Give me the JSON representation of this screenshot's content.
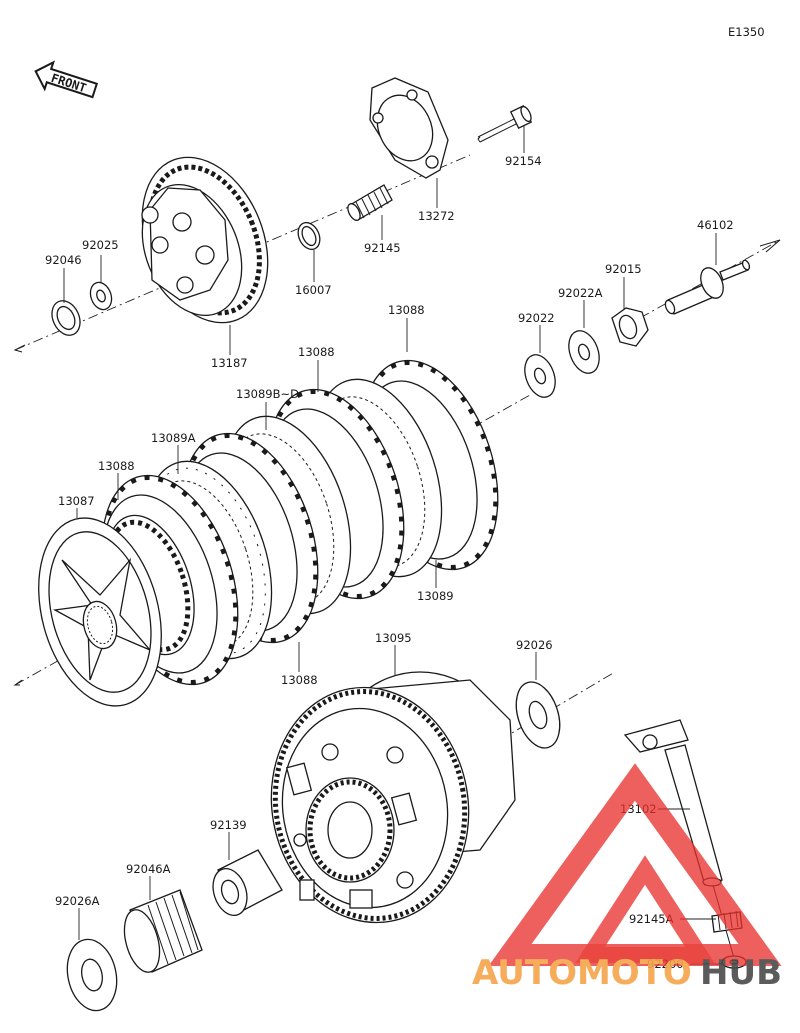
{
  "diagram": {
    "code": "E1350",
    "front_label": "FRONT",
    "watermark": {
      "word_a": "AUTOMOTO",
      "word_b": "HUB",
      "color_a": "#f5a54a",
      "color_b": "#4a4a4a",
      "logo_color": "#e8302c"
    },
    "parts": [
      {
        "id": "13272",
        "label": "13272"
      },
      {
        "id": "92154",
        "label": "92154"
      },
      {
        "id": "92145",
        "label": "92145"
      },
      {
        "id": "16007",
        "label": "16007"
      },
      {
        "id": "92025",
        "label": "92025"
      },
      {
        "id": "92046",
        "label": "92046"
      },
      {
        "id": "13187",
        "label": "13187"
      },
      {
        "id": "46102",
        "label": "46102"
      },
      {
        "id": "92015",
        "label": "92015"
      },
      {
        "id": "92022A",
        "label": "92022A"
      },
      {
        "id": "92022",
        "label": "92022"
      },
      {
        "id": "13088-a",
        "label": "13088"
      },
      {
        "id": "13088-b",
        "label": "13088"
      },
      {
        "id": "13089B-D",
        "label": "13089B~D"
      },
      {
        "id": "13089A",
        "label": "13089A"
      },
      {
        "id": "13088-c",
        "label": "13088"
      },
      {
        "id": "13087",
        "label": "13087"
      },
      {
        "id": "13089",
        "label": "13089"
      },
      {
        "id": "13088-d",
        "label": "13088"
      },
      {
        "id": "13095",
        "label": "13095"
      },
      {
        "id": "92026",
        "label": "92026"
      },
      {
        "id": "92139",
        "label": "92139"
      },
      {
        "id": "92046A",
        "label": "92046A"
      },
      {
        "id": "92026A",
        "label": "92026A"
      },
      {
        "id": "13102",
        "label": "13102"
      },
      {
        "id": "92145A",
        "label": "92145A"
      },
      {
        "id": "92200",
        "label": "92200"
      }
    ]
  }
}
